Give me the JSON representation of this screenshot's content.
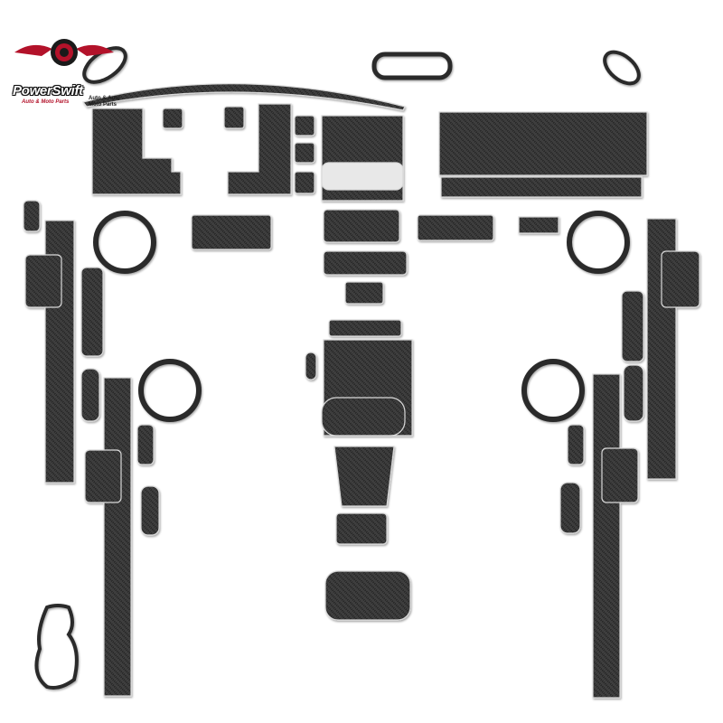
{
  "logo": {
    "brand_name": "PowerSwift",
    "tagline": "Auto & Moto Parts",
    "side_text": "Auto & Auto Moto Parts",
    "colors": {
      "accent": "#b3122a",
      "dark": "#1a1a1a"
    },
    "icon": "winged-steering-wheel-icon"
  },
  "product": {
    "material": "carbon-fiber-texture",
    "colors": {
      "carbon": "#2a2a2a",
      "trim": "#e6e6e6",
      "background": "#ffffff"
    }
  }
}
